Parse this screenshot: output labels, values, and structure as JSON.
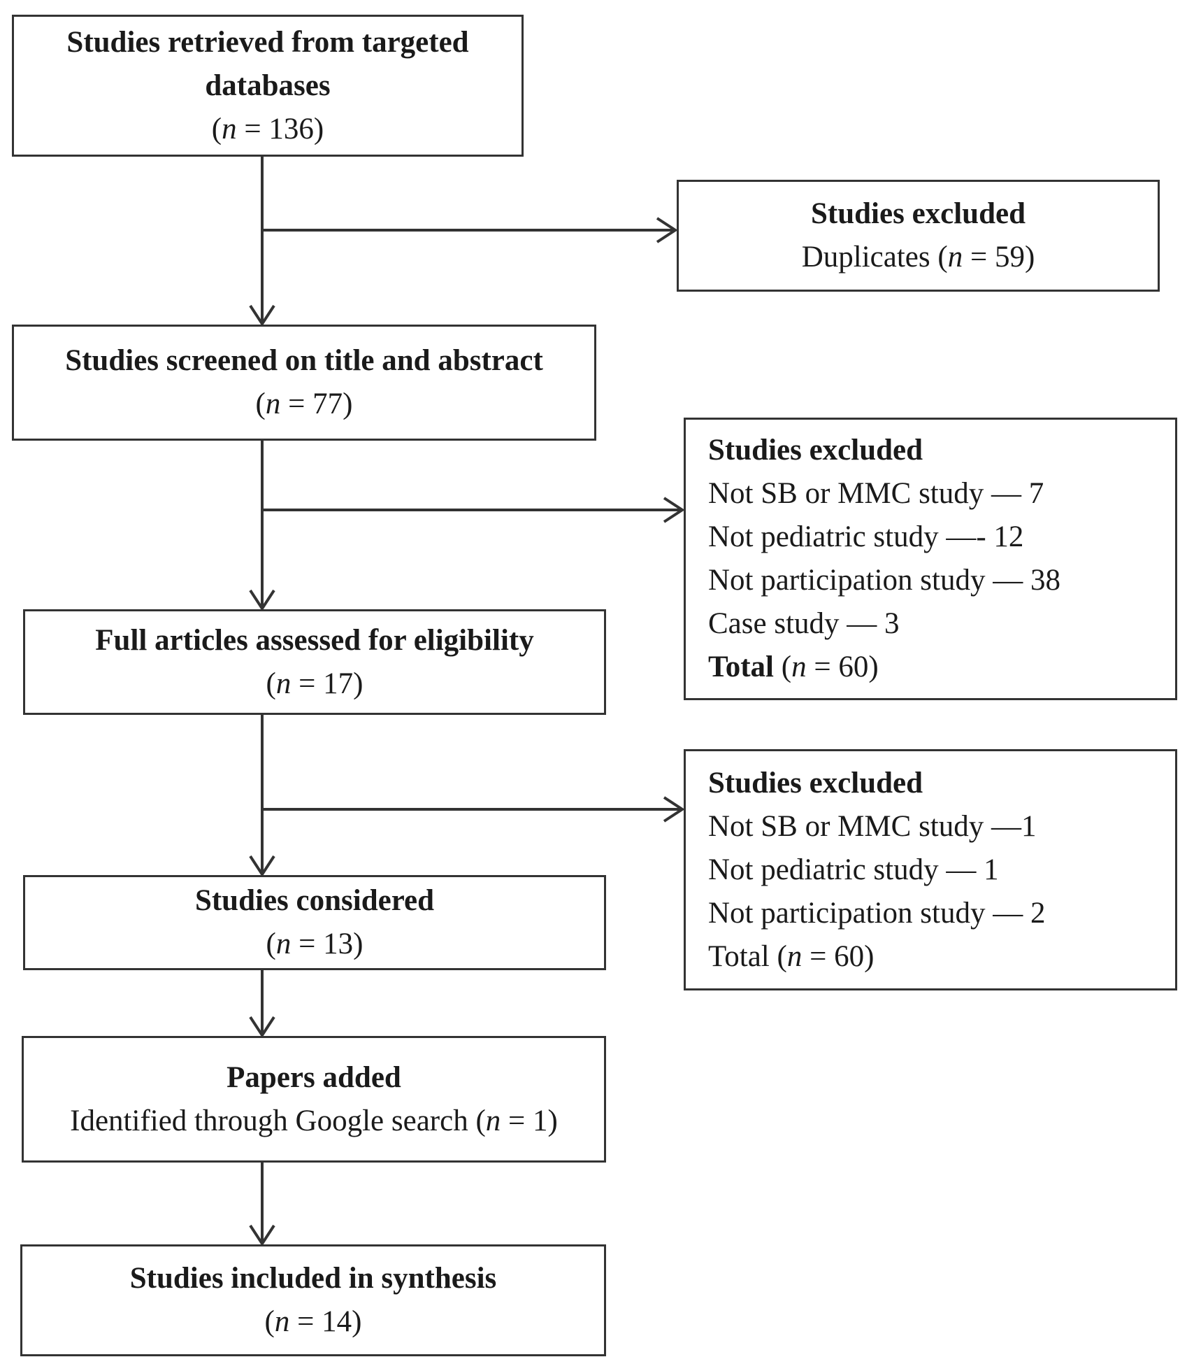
{
  "flow": {
    "retrieved": {
      "title": "Studies retrieved from targeted databases",
      "count": "(n = 136)"
    },
    "screened": {
      "title": "Studies screened on title and abstract",
      "count": "(n = 77)"
    },
    "full_articles": {
      "title": "Full articles assessed for eligibility",
      "count": "(n = 17)"
    },
    "considered": {
      "title": "Studies considered",
      "count": "(n = 13)"
    },
    "papers_added": {
      "title": "Papers added",
      "detail": "Identified through Google search (n = 1)"
    },
    "included": {
      "title": "Studies included in synthesis",
      "count": "(n = 14)"
    }
  },
  "exclusions": {
    "first": {
      "title": "Studies excluded",
      "detail": "Duplicates (n = 59)"
    },
    "second": {
      "title": "Studies excluded",
      "items": [
        "Not SB or MMC study — 7",
        "Not pediatric study —- 12",
        "Not participation study — 38",
        "Case study — 3"
      ],
      "total_label": "Total",
      "total_value": " (n = 60)"
    },
    "third": {
      "title": "Studies excluded",
      "items": [
        "Not SB or MMC study —1",
        "Not pediatric study — 1",
        "Not participation study — 2",
        "Total (n = 60)"
      ]
    }
  }
}
